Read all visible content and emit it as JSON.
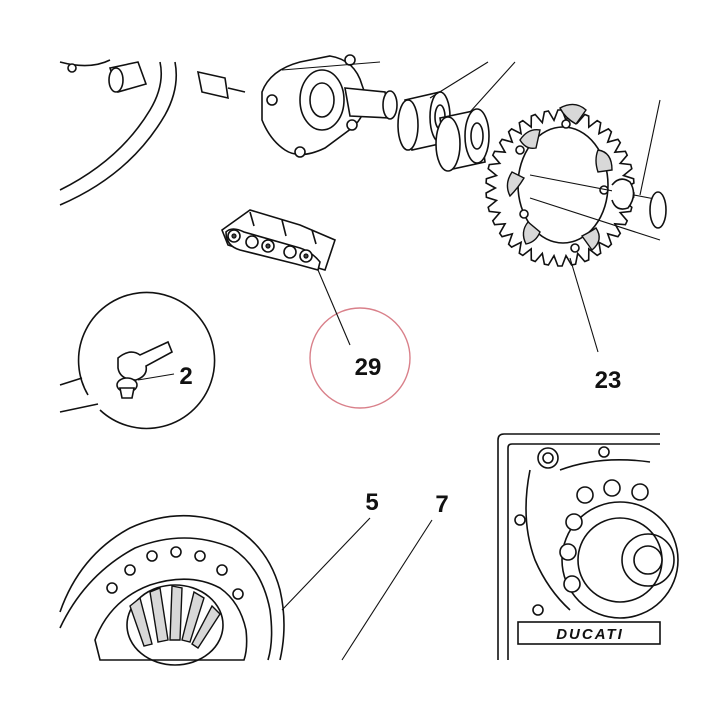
{
  "callouts": {
    "c2": "2",
    "c5": "5",
    "c7": "7",
    "c23": "23",
    "c29": "29"
  },
  "brand_mark": "DUCATI",
  "colors": {
    "highlight_circle": "#d9808a",
    "ink": "#111111",
    "shade": "#d8d8d8"
  }
}
